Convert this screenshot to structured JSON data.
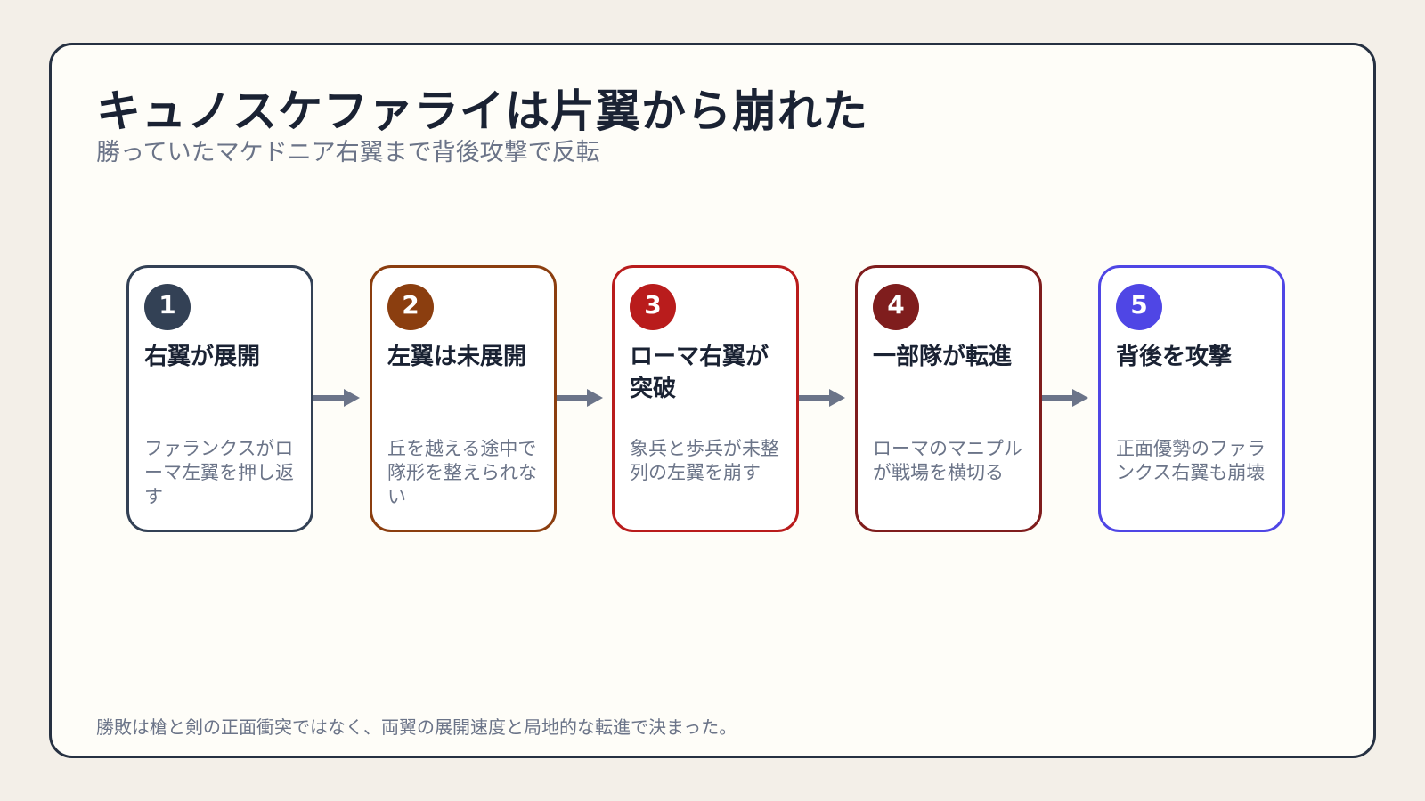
{
  "title": "キュノスケファライは片翼から崩れた",
  "subtitle": "勝っていたマケドニア右翼まで背後攻撃で反転",
  "steps": [
    {
      "number": "1",
      "title": "右翼が展開",
      "description": "ファランクスがローマ左翼を押し返す",
      "color": "#334155"
    },
    {
      "number": "2",
      "title": "左翼は未展開",
      "description": "丘を越える途中で隊形を整えられない",
      "color": "#8b3e0f"
    },
    {
      "number": "3",
      "title": "ローマ右翼が突破",
      "description": "象兵と歩兵が未整列の左翼を崩す",
      "color": "#b91c1c"
    },
    {
      "number": "4",
      "title": "一部隊が転進",
      "description": "ローマのマニプルが戦場を横切る",
      "color": "#7f1d1d"
    },
    {
      "number": "5",
      "title": "背後を攻撃",
      "description": "正面優勢のファランクス右翼も崩壊",
      "color": "#4f46e5"
    }
  ],
  "footer": "勝敗は槍と剣の正面衝突ではなく、両翼の展開速度と局地的な転進で決まった。",
  "colors": {
    "arrow": "#6b7489",
    "frame": "#263142",
    "background": "#fefdf8"
  }
}
